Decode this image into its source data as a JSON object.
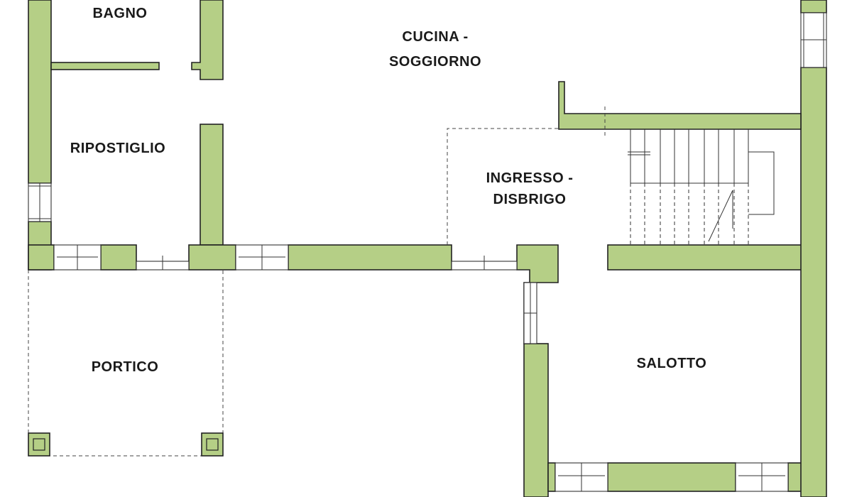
{
  "colors": {
    "wall_fill": "#b5cf86",
    "wall_stroke": "#222222",
    "background": "#ffffff"
  },
  "rooms": {
    "bagno": [
      "BAGNO"
    ],
    "cucina_soggiorno": [
      "CUCINA -",
      "SOGGIORNO"
    ],
    "ripostiglio": [
      "RIPOSTIGLIO"
    ],
    "ingresso_disbrigo": [
      "INGRESSO -",
      "DISBRIGO"
    ],
    "portico": [
      "PORTICO"
    ],
    "salotto": [
      "SALOTTO"
    ]
  }
}
